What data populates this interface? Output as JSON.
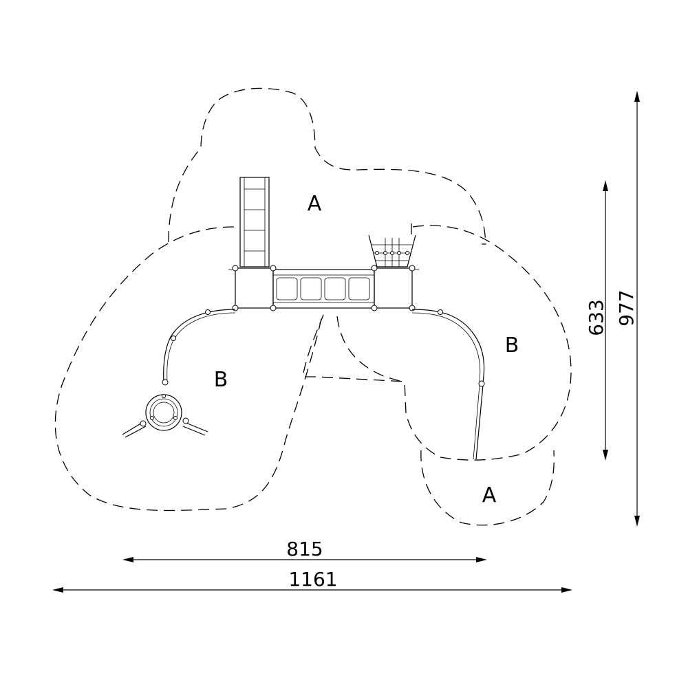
{
  "zones": {
    "zone_a_top": "A",
    "zone_a_bottom": "A",
    "zone_b_left": "B",
    "zone_b_right": "B"
  },
  "dimensions": {
    "width_inner": "815",
    "width_total": "1161",
    "height_inner": "633",
    "height_total": "977"
  }
}
